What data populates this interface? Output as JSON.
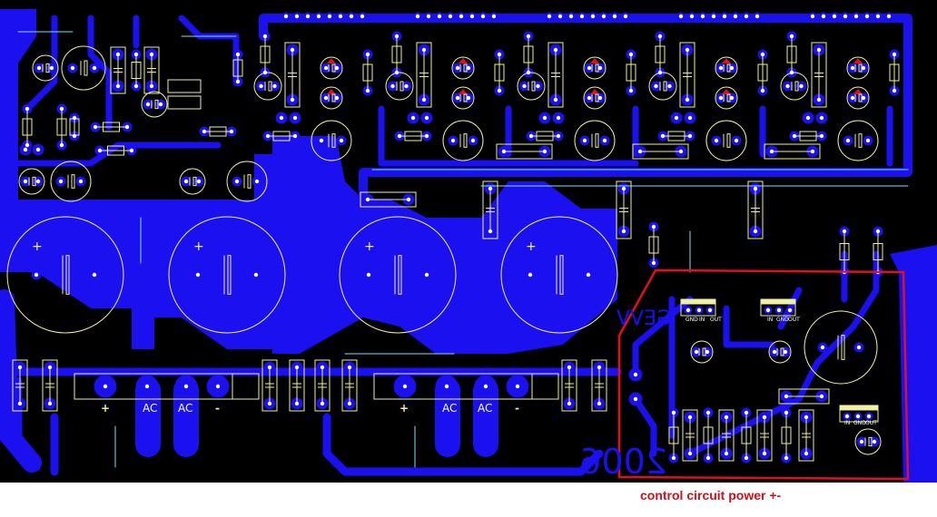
{
  "caption": "control circuit power +-",
  "board": {
    "mirrored_text_1": "GEVV",
    "mirrored_text_2": "2006",
    "bridge_labels": [
      "+",
      "AC",
      "AC",
      "-"
    ],
    "regulators": [
      {
        "pins": [
          "GND",
          "IN",
          "OUT"
        ]
      },
      {
        "pins": [
          "IN",
          "GND",
          "OUT"
        ]
      },
      {
        "pins": [
          "IN",
          "GND",
          "OUT"
        ]
      }
    ],
    "cap_polarity": "+"
  },
  "colors": {
    "background": "#000000",
    "copper": "#1a10f0",
    "silkscreen": "#f0f0a0",
    "highlight": "#e01020",
    "jumper": "#80e0ff"
  }
}
